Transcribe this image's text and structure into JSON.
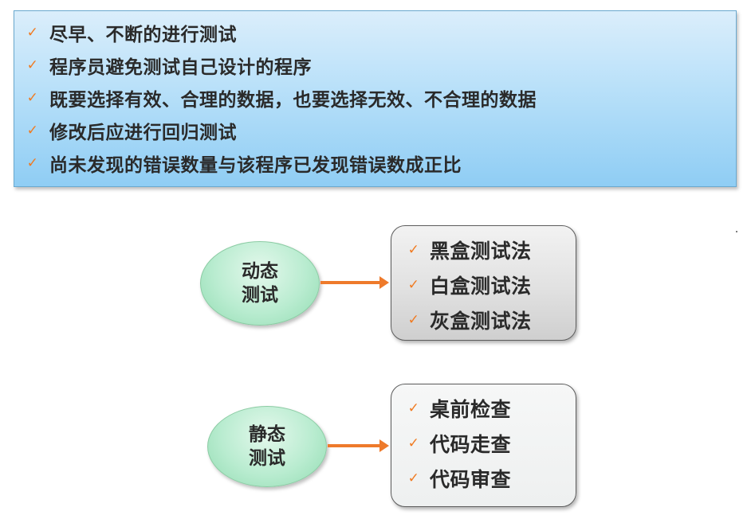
{
  "principles": {
    "items": [
      {
        "icon": "✓",
        "label": "尽早、不断的进行测试"
      },
      {
        "icon": "✓",
        "label": "程序员避免测试自己设计的程序"
      },
      {
        "icon": "✓",
        "label": "既要选择有效、合理的数据，也要选择无效、不合理的数据"
      },
      {
        "icon": "✓",
        "label": "修改后应进行回归测试"
      },
      {
        "icon": "✓",
        "label": "尚未发现的错误数量与该程序已发现错误数成正比"
      }
    ]
  },
  "dynamic_testing": {
    "node_line1": "动态",
    "node_line2": "测试",
    "methods": [
      {
        "icon": "✓",
        "label": "黑盒测试法"
      },
      {
        "icon": "✓",
        "label": "白盒测试法"
      },
      {
        "icon": "✓",
        "label": "灰盒测试法"
      }
    ]
  },
  "static_testing": {
    "node_line1": "静态",
    "node_line2": "测试",
    "methods": [
      {
        "icon": "✓",
        "label": "桌前检查"
      },
      {
        "icon": "✓",
        "label": "代码走查"
      },
      {
        "icon": "✓",
        "label": "代码审查"
      }
    ]
  },
  "colors": {
    "check_mark": "#f07a20",
    "arrow": "#ee7a2b",
    "principles_bg_top": "#dbeefb",
    "principles_bg_bottom": "#8fcdf4",
    "ellipse_fill": "#b9ecd0",
    "dynamic_box_fill": "#e1e1e1",
    "static_box_fill": "#eef0f0"
  }
}
